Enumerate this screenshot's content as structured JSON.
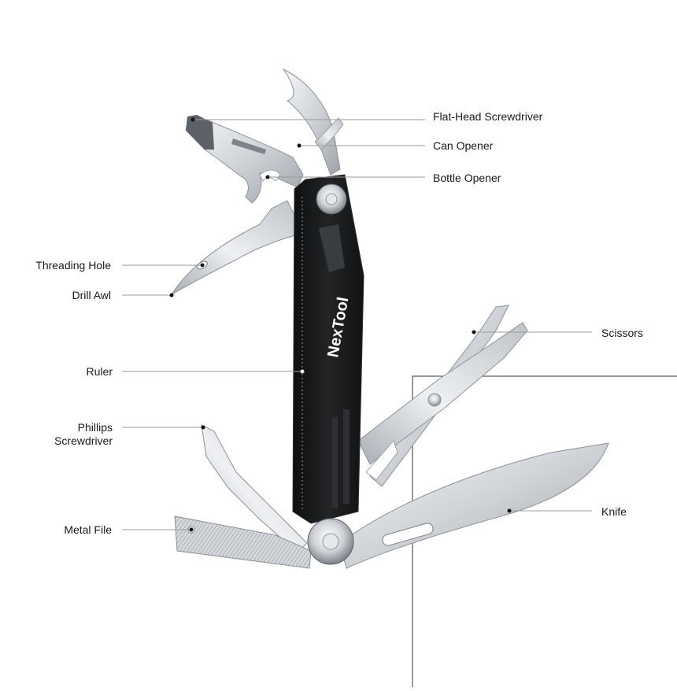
{
  "brand": "NexTool",
  "colors": {
    "steel_light": "#eef0f2",
    "steel_mid": "#c4c8cd",
    "steel_dark": "#8d9299",
    "handle": "#17181a",
    "handle_edge": "#2f3134",
    "leader_line": "#9a9a9a",
    "dot": "#111111"
  },
  "labels": {
    "flat_head": "Flat-Head Screwdriver",
    "can_opener": "Can Opener",
    "bottle_opener": "Bottle Opener",
    "threading_hole": "Threading Hole",
    "drill_awl": "Drill Awl",
    "ruler": "Ruler",
    "phillips_line1": "Phillips",
    "phillips_line2": "Screwdriver",
    "metal_file": "Metal File",
    "scissors": "Scissors",
    "knife": "Knife"
  }
}
